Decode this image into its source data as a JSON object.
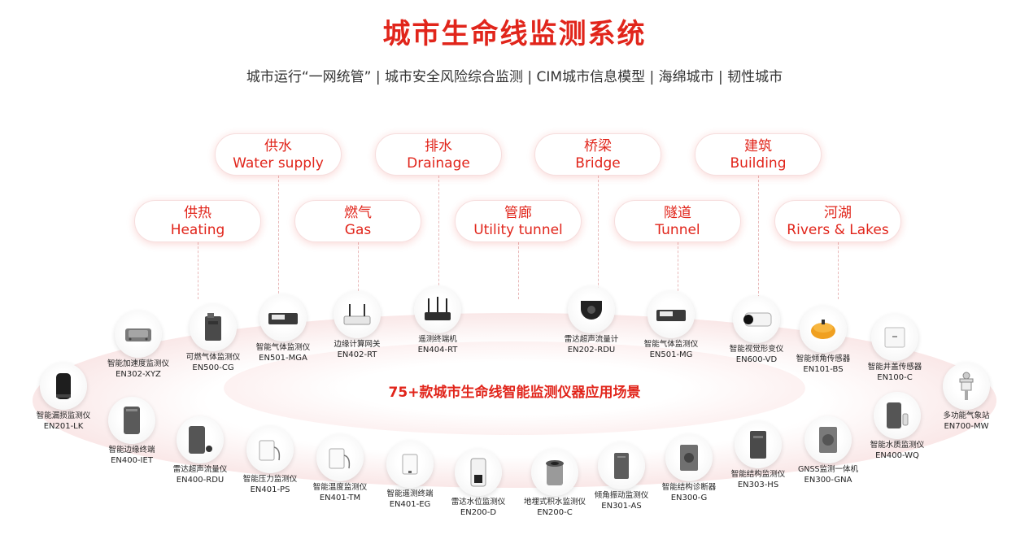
{
  "title": "城市生命线监测系统",
  "subtitle": "城市运行“一网统管” | 城市安全风险综合监测 | CIM城市信息模型 | 海绵城市 | 韧性城市",
  "center_text": "75+款城市生命线智能监测仪器应用场景",
  "categories": [
    {
      "cn": "供水",
      "en": "Water supply"
    },
    {
      "cn": "排水",
      "en": "Drainage"
    },
    {
      "cn": "桥梁",
      "en": "Bridge"
    },
    {
      "cn": "建筑",
      "en": "Building"
    },
    {
      "cn": "供热",
      "en": "Heating"
    },
    {
      "cn": "燃气",
      "en": "Gas"
    },
    {
      "cn": "管廊",
      "en": "Utility tunnel"
    },
    {
      "cn": "隧道",
      "en": "Tunnel"
    },
    {
      "cn": "河湖",
      "en": "Rivers & Lakes"
    }
  ],
  "devices": [
    {
      "name": "智能加速度监测仪",
      "model": "EN302-XYZ",
      "icon": "accelerometer-icon"
    },
    {
      "name": "可燃气体监测仪",
      "model": "EN500-CG",
      "icon": "gas-detector-icon"
    },
    {
      "name": "智能气体监测仪",
      "model": "EN501-MGA",
      "icon": "gas-monitor-box-icon"
    },
    {
      "name": "边缘计算网关",
      "model": "EN402-RT",
      "icon": "router-icon"
    },
    {
      "name": "遥测终端机",
      "model": "EN404-RT",
      "icon": "router-icon"
    },
    {
      "name": "雷达超声流量计",
      "model": "EN202-RDU",
      "icon": "radar-flowmeter-icon"
    },
    {
      "name": "智能气体监测仪",
      "model": "EN501-MG",
      "icon": "gas-monitor-box-icon"
    },
    {
      "name": "智能视觉形变仪",
      "model": "EN600-VD",
      "icon": "camera-icon"
    },
    {
      "name": "智能倾角传感器",
      "model": "EN101-BS",
      "icon": "tilt-sensor-icon"
    },
    {
      "name": "智能井盖传感器",
      "model": "EN100-C",
      "icon": "manhole-sensor-icon"
    },
    {
      "name": "智能漏损监测仪",
      "model": "EN201-LK",
      "icon": "leak-detector-icon"
    },
    {
      "name": "智能边缘终端",
      "model": "EN400-IET",
      "icon": "edge-terminal-icon"
    },
    {
      "name": "雷达超声流量仪",
      "model": "EN400-RDU",
      "icon": "edge-terminal-icon"
    },
    {
      "name": "智能压力监测仪",
      "model": "EN401-PS",
      "icon": "pressure-sensor-icon"
    },
    {
      "name": "智能温度监测仪",
      "model": "EN401-TM",
      "icon": "temperature-sensor-icon"
    },
    {
      "name": "智能遥测终端",
      "model": "EN401-EG",
      "icon": "telemetry-terminal-icon"
    },
    {
      "name": "雷达水位监测仪",
      "model": "EN200-D",
      "icon": "water-level-radar-icon"
    },
    {
      "name": "地埋式积水监测仪",
      "model": "EN200-C",
      "icon": "buried-sensor-icon"
    },
    {
      "name": "倾角振动监测仪",
      "model": "EN301-AS",
      "icon": "vibration-sensor-icon"
    },
    {
      "name": "智能结构诊断器",
      "model": "EN300-G",
      "icon": "structure-diagnoser-icon"
    },
    {
      "name": "智能结构监测仪",
      "model": "EN303-HS",
      "icon": "structure-monitor-icon"
    },
    {
      "name": "GNSS监测一体机",
      "model": "EN300-GNA",
      "icon": "gnss-receiver-icon"
    },
    {
      "name": "智能水质监测仪",
      "model": "EN400-WQ",
      "icon": "water-quality-icon"
    },
    {
      "name": "多功能气象站",
      "model": "EN700-MW",
      "icon": "weather-station-icon"
    }
  ],
  "colors": {
    "accent": "#e1251b",
    "text": "#333333"
  }
}
